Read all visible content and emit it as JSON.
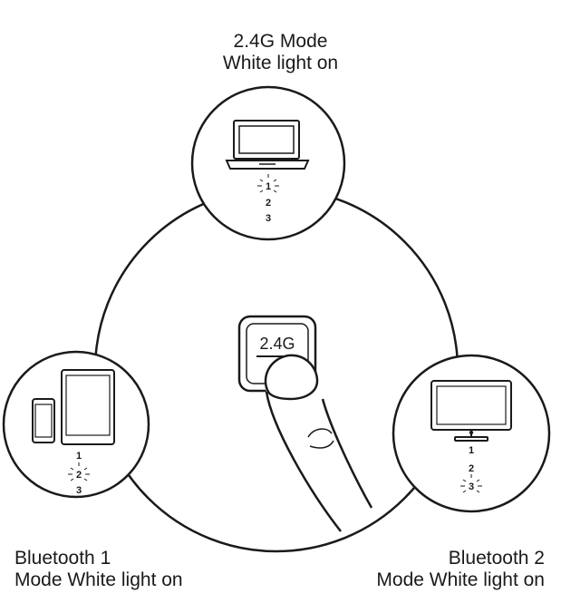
{
  "labels": {
    "top": {
      "line1": "2.4G Mode",
      "line2": "White light on"
    },
    "bottom_left": {
      "line1": "Bluetooth 1",
      "line2": "Mode White light on"
    },
    "bottom_right": {
      "line1": "Bluetooth 2",
      "line2": "Mode White light on"
    }
  },
  "key": {
    "label": "2.4G"
  },
  "indicators": {
    "top": [
      "1",
      "2",
      "3"
    ],
    "left": [
      "1",
      "2",
      "3"
    ],
    "right": [
      "1",
      "2",
      "3"
    ]
  },
  "icons": {
    "top": "laptop-icon",
    "left": [
      "phone-icon",
      "tablet-icon"
    ],
    "right": "monitor-icon",
    "center": "finger-pressing-key-icon"
  },
  "colors": {
    "line": "#1a1a1a",
    "background": "#ffffff"
  }
}
